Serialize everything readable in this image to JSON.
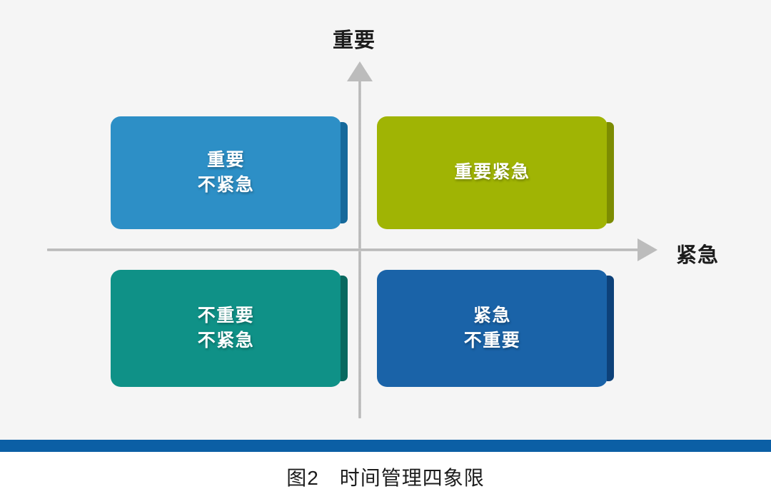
{
  "figure": {
    "background_color": "#f5f5f5",
    "axes": {
      "vertical_label": "重要",
      "horizontal_label": "紧急",
      "axis_color": "#b3b3b3"
    },
    "quadrants": [
      {
        "id": "q2",
        "position": "top-left",
        "lines": [
          "重要",
          "不紧急"
        ],
        "color": "#2d8fc6",
        "bevel_color": "#16699b"
      },
      {
        "id": "q1",
        "position": "top-right",
        "lines": [
          "重要紧急"
        ],
        "color": "#a0b404",
        "bevel_color": "#7c8c02"
      },
      {
        "id": "q3",
        "position": "bottom-left",
        "lines": [
          "不重要",
          "不紧急"
        ],
        "color": "#0f9187",
        "bevel_color": "#09695f"
      },
      {
        "id": "q4",
        "position": "bottom-right",
        "lines": [
          "紧急",
          "不重要"
        ],
        "color": "#1a63a8",
        "bevel_color": "#0d4179"
      }
    ]
  },
  "footer": {
    "bar_color": "#0b5fa5",
    "caption": "图2　时间管理四象限"
  },
  "chart_data": {
    "type": "diagram",
    "title": "图2　时间管理四象限",
    "xlabel": "紧急",
    "ylabel": "重要",
    "categories": [
      "重要 不紧急",
      "重要紧急",
      "不重要 不紧急",
      "紧急 不重要"
    ],
    "quadrant_map": {
      "top-left": "重要 不紧急",
      "top-right": "重要紧急",
      "bottom-left": "不重要 不紧急",
      "bottom-right": "紧急 不重要"
    },
    "legend": []
  }
}
